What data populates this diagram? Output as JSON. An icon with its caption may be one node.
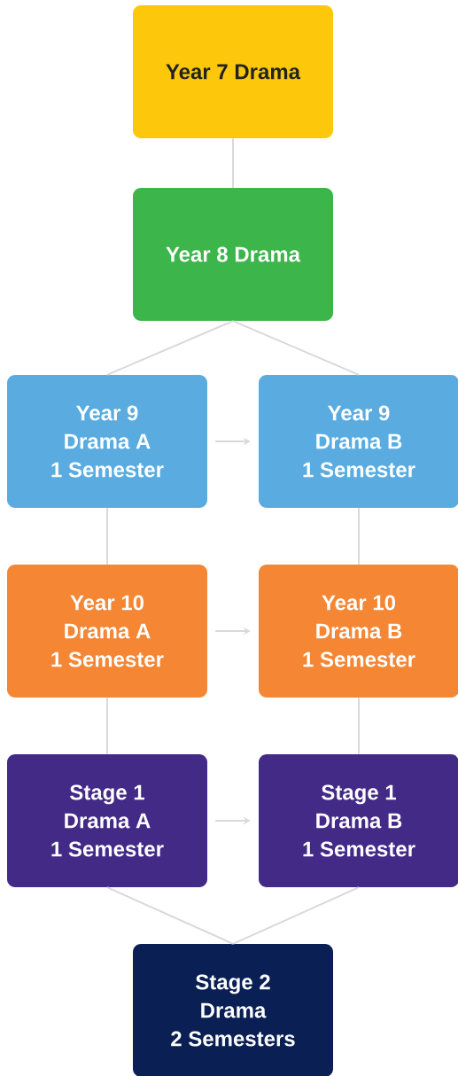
{
  "diagram": {
    "nodes": [
      {
        "text": [
          "Year 7 Drama"
        ]
      },
      {
        "text": [
          "Year 8 Drama"
        ]
      },
      {
        "text": [
          "Year 9",
          "Drama A",
          "1 Semester"
        ]
      },
      {
        "text": [
          "Year 9",
          "Drama B",
          "1 Semester"
        ]
      },
      {
        "text": [
          "Year 10",
          "Drama A",
          "1 Semester"
        ]
      },
      {
        "text": [
          "Year 10",
          "Drama B",
          "1 Semester"
        ]
      },
      {
        "text": [
          "Stage 1",
          "Drama A",
          "1 Semester"
        ]
      },
      {
        "text": [
          "Stage 1",
          "Drama B",
          "1 Semester"
        ]
      },
      {
        "text": [
          "Stage 2",
          "Drama",
          "2 Semesters"
        ]
      }
    ],
    "edges": [
      {
        "from": 0,
        "to": 1,
        "arrow": "none"
      },
      {
        "from": 1,
        "to": 2,
        "arrow": "none"
      },
      {
        "from": 1,
        "to": 3,
        "arrow": "none"
      },
      {
        "from": 2,
        "to": 3,
        "arrow": "to"
      },
      {
        "from": 2,
        "to": 4,
        "arrow": "none"
      },
      {
        "from": 3,
        "to": 5,
        "arrow": "none"
      },
      {
        "from": 4,
        "to": 5,
        "arrow": "to"
      },
      {
        "from": 4,
        "to": 6,
        "arrow": "none"
      },
      {
        "from": 5,
        "to": 7,
        "arrow": "none"
      },
      {
        "from": 6,
        "to": 7,
        "arrow": "to"
      },
      {
        "from": 6,
        "to": 8,
        "arrow": "none"
      },
      {
        "from": 7,
        "to": 8,
        "arrow": "none"
      }
    ]
  }
}
